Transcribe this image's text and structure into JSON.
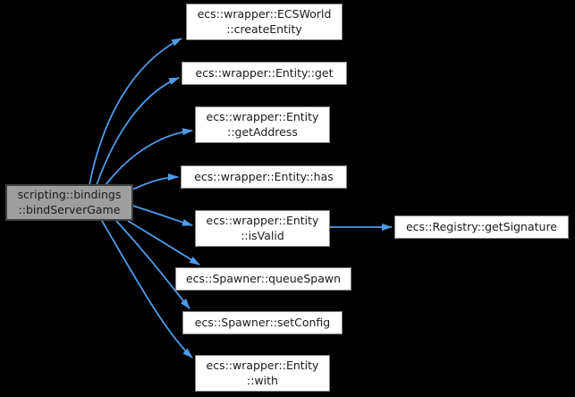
{
  "diagram": {
    "type": "call-graph",
    "colors": {
      "background": "#000000",
      "edge": "#4D9CEC",
      "node_fill": "#FFFFFF",
      "node_border": "#848484",
      "focus_fill": "#9E9E9E",
      "focus_border": "#3F3F3F",
      "text": "#1A1A1A"
    },
    "nodes": [
      {
        "id": "bindServerGame",
        "label": "scripting::bindings\n::bindServerGame",
        "focus": true
      },
      {
        "id": "createEntity",
        "label": "ecs::wrapper::ECSWorld\n::createEntity"
      },
      {
        "id": "get",
        "label": "ecs::wrapper::Entity::get"
      },
      {
        "id": "getAddress",
        "label": "ecs::wrapper::Entity\n::getAddress"
      },
      {
        "id": "has",
        "label": "ecs::wrapper::Entity::has"
      },
      {
        "id": "isValid",
        "label": "ecs::wrapper::Entity\n::isValid"
      },
      {
        "id": "queueSpawn",
        "label": "ecs::Spawner::queueSpawn"
      },
      {
        "id": "setConfig",
        "label": "ecs::Spawner::setConfig"
      },
      {
        "id": "with",
        "label": "ecs::wrapper::Entity\n::with"
      },
      {
        "id": "getSignature",
        "label": "ecs::Registry::getSignature"
      }
    ],
    "edges": [
      {
        "from": "bindServerGame",
        "to": "createEntity"
      },
      {
        "from": "bindServerGame",
        "to": "get"
      },
      {
        "from": "bindServerGame",
        "to": "getAddress"
      },
      {
        "from": "bindServerGame",
        "to": "has"
      },
      {
        "from": "bindServerGame",
        "to": "isValid"
      },
      {
        "from": "bindServerGame",
        "to": "queueSpawn"
      },
      {
        "from": "bindServerGame",
        "to": "setConfig"
      },
      {
        "from": "bindServerGame",
        "to": "with"
      },
      {
        "from": "isValid",
        "to": "getSignature"
      }
    ]
  }
}
